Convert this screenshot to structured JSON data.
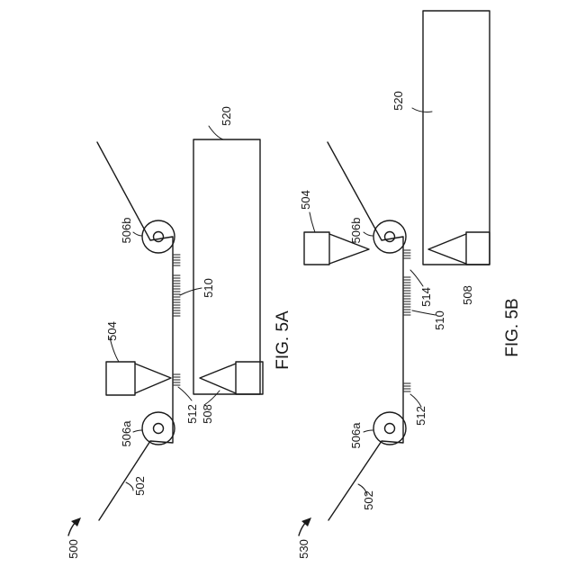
{
  "fig_5a": {
    "title": "FIG. 5A",
    "ref_500": "500",
    "ref_502": "502",
    "ref_504": "504",
    "ref_506a": "506a",
    "ref_506b": "506b",
    "ref_508": "508",
    "ref_510": "510",
    "ref_512": "512",
    "ref_520": "520"
  },
  "fig_5b": {
    "title": "FIG. 5B",
    "ref_530": "530",
    "ref_502": "502",
    "ref_504": "504",
    "ref_506a": "506a",
    "ref_506b": "506b",
    "ref_508": "508",
    "ref_510": "510",
    "ref_512": "512",
    "ref_514": "514",
    "ref_520": "520"
  }
}
